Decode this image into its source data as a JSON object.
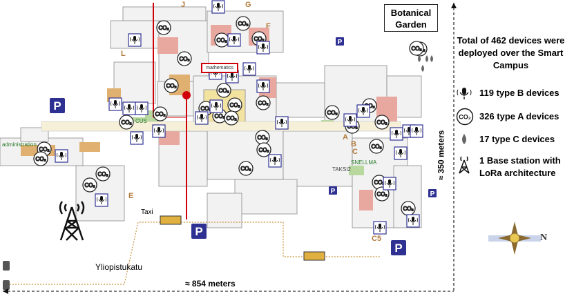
{
  "map": {
    "garden_label": "Botanical\nGarden",
    "garden_line1": "Botanical",
    "garden_line2": "Garden",
    "street_name": "Yliopistukatu",
    "taxi_label": "Taxi",
    "width_measure": "≈ 854 meters",
    "height_measure": "≈ 350 meters",
    "highlight_label": "mathematics",
    "building_letters": [
      "G",
      "F",
      "J",
      "L",
      "E",
      "A",
      "B",
      "C",
      "C5"
    ],
    "place_labels": [
      "administration",
      "TAKSI2",
      "SNELLMA",
      "CUS"
    ],
    "parking_symbol": "P",
    "colors": {
      "path_red": "#d0000a",
      "route_orange": "#c8923f",
      "parking_blue": "#2e3192",
      "building_pink": "#e8a8a0",
      "building_tan": "#e0b070",
      "building_green": "#b8d8a0"
    }
  },
  "legend": {
    "total_text_line1": "Total of 462 devices were",
    "total_text_line2": "deployed over the Smart",
    "total_text_line3": "Campus",
    "items": [
      {
        "icon": "microphone-icon",
        "label": "119 type B devices"
      },
      {
        "icon": "co2-icon",
        "label": "326 type A devices"
      },
      {
        "icon": "droplet-icon",
        "label": "17 type C devices"
      },
      {
        "icon": "antenna-tower-icon",
        "label_line1": "1 Base station with",
        "label_line2": "LoRa architecture"
      }
    ],
    "co2_text": "CO₂"
  },
  "compass": {
    "label": "N"
  }
}
